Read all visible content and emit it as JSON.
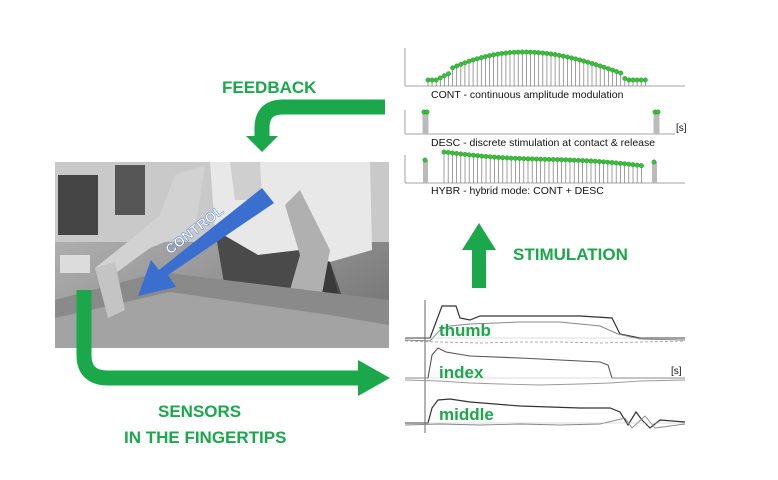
{
  "labels": {
    "feedback": "FEEDBACK",
    "stimulation": "STIMULATION",
    "sensors_line1": "SENSORS",
    "sensors_line2": "IN THE FINGERTIPS",
    "control": "CONTROL"
  },
  "stimulation_panel": {
    "cont_caption": "CONT - continuous amplitude modulation",
    "desc_caption": "DESC - discrete stimulation at contact & release",
    "hybr_caption": "HYBR - hybrid mode: CONT + DESC",
    "time_unit": "[s]"
  },
  "sensor_panel": {
    "thumb": "thumb",
    "index": "index",
    "middle": "middle",
    "time_unit": "[s]"
  },
  "colors": {
    "green": "#1aa84a",
    "control_blue": "#3a6fd0",
    "dot_green": "#37c23a"
  }
}
